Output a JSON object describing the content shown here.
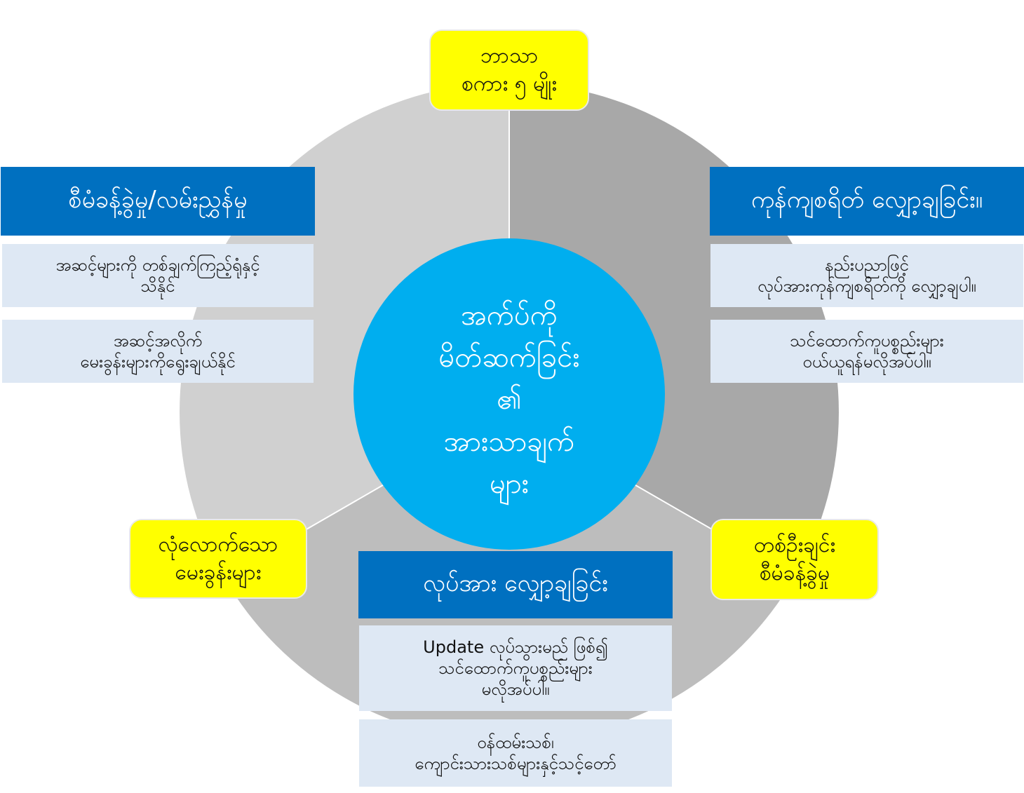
{
  "center": {
    "line1": "အက်ပ်ကို",
    "line2": "မိတ်ဆက်ခြင်း",
    "line3": "၏",
    "line4": "အားသာချက်",
    "line5": "များ"
  },
  "nodes": {
    "top_yellow": {
      "line1": "ဘာသာ",
      "line2": "စကား ၅ မျိုး"
    },
    "left_header": "စီမံခန့်ခွဲမှု/လမ်းညွှန်မှု",
    "left_item1": {
      "line1": "အဆင့်များကို တစ်ချက်ကြည့်ရုံနှင့်",
      "line2": "သိနိုင်"
    },
    "left_item2": {
      "line1": "အဆင့်အလိုက်",
      "line2": "မေးခွန်းများကိုရွေးချယ်နိုင်"
    },
    "right_header": "ကုန်ကျစရိတ် လျှော့ချခြင်း။",
    "right_item1": {
      "line1": "နည်းပညာဖြင့်",
      "line2": "လုပ်အားကုန်ကျစရိတ်ကို လျှော့ချပါ။"
    },
    "right_item2": {
      "line1": "သင်ထောက်ကူပစ္စည်းများ",
      "line2": "ဝယ်ယူရန်မလိုအပ်ပါ။"
    },
    "bottom_left_yellow": {
      "line1": "လုံလောက်သော",
      "line2": "မေးခွန်းများ"
    },
    "bottom_right_yellow": {
      "line1": "တစ်ဦးချင်း",
      "line2": "စီမံခန့်ခွဲမှု"
    },
    "bottom_header": "လုပ်အား လျှော့ချခြင်း",
    "bottom_item1": {
      "line1": "Update လုပ်သွားမည် ဖြစ်၍",
      "line2": "သင်ထောက်ကူပစ္စည်းများ",
      "line3": "မလိုအပ်ပါ။"
    },
    "bottom_item2": {
      "line1": "ဝန်ထမ်းသစ်၊",
      "line2": "ကျောင်းသားသစ်များနှင့်သင့်တော်"
    }
  },
  "colors": {
    "outer_light": "#d0d0d0",
    "outer_dark": "#a8a8a8",
    "outer_mid": "#bdbdbd",
    "center_circle": "#00aeef",
    "header_blue": "#0070c0",
    "item_light": "#dee8f4",
    "yellow": "#ffff00"
  }
}
